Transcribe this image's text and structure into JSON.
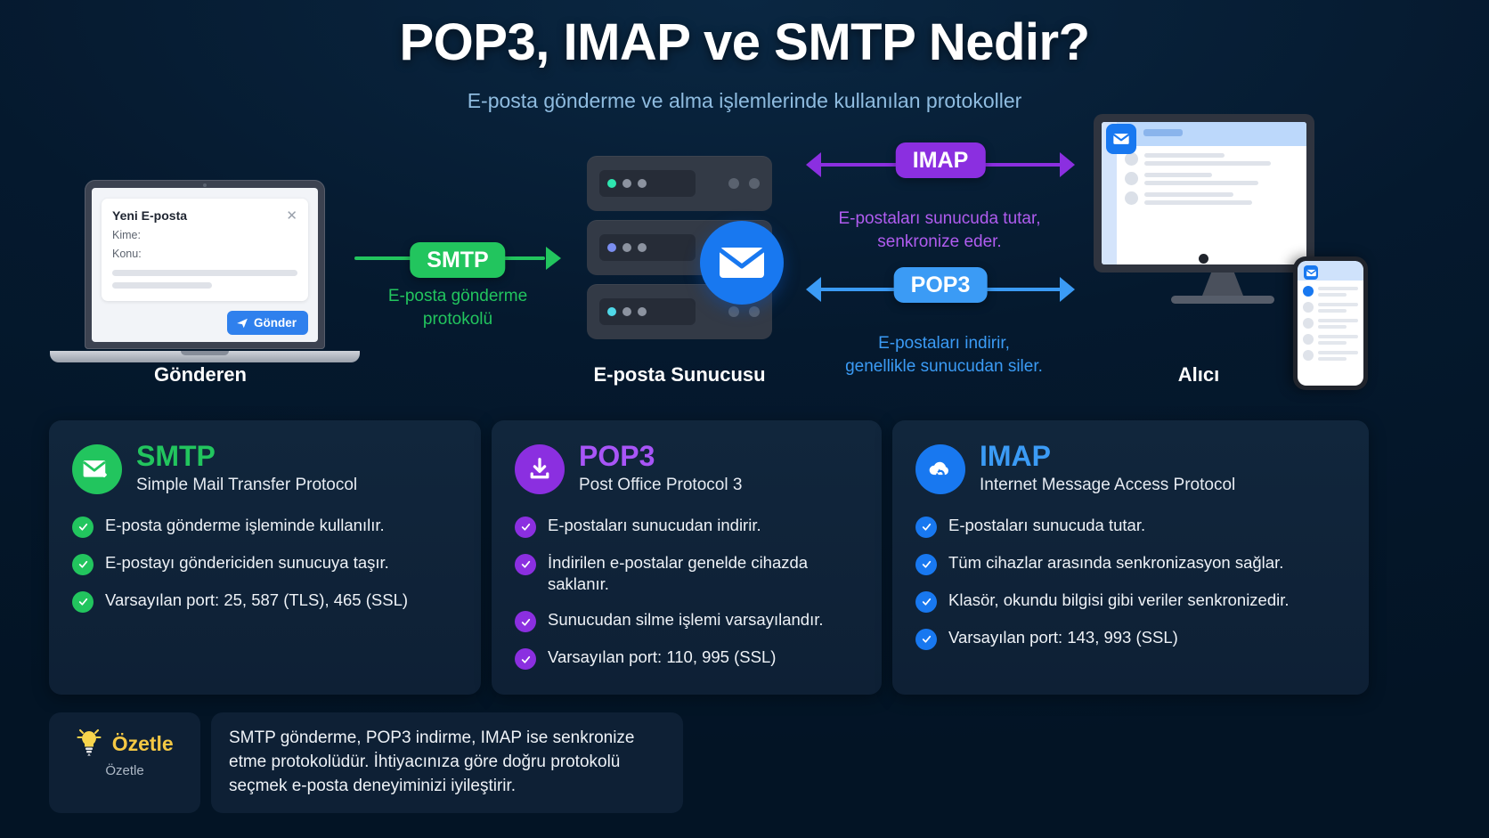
{
  "header": {
    "title": "POP3, IMAP ve SMTP Nedir?",
    "subtitle": "E-posta gönderme ve alma işlemlerinde kullanılan protokoller"
  },
  "colors": {
    "background": "#04192f",
    "smtp_green": "#22c55e",
    "pop3_purple": "#8b2fe0",
    "imap_blue": "#3b9bf5",
    "card_bg": "#0e2035",
    "envelope_blue": "#1878f0",
    "summary_yellow": "#f4c844"
  },
  "flow": {
    "sender": {
      "label": "Gönderen",
      "compose": {
        "title": "Yeni E-posta",
        "close_icon": "close-icon",
        "to_label": "Kime:",
        "subject_label": "Konu:",
        "send_button": "Gönder",
        "send_icon": "paper-plane-icon"
      }
    },
    "server": {
      "label": "E-posta Sunucusu",
      "envelope_icon": "envelope-icon"
    },
    "receiver": {
      "label": "Alıcı"
    },
    "smtp_arrow": {
      "badge": "SMTP",
      "caption_line1": "E-posta gönderme",
      "caption_line2": "protokolü",
      "color": "#22c55e",
      "direction": "right"
    },
    "imap_arrow": {
      "badge": "IMAP",
      "caption_line1": "E-postaları sunucuda tutar,",
      "caption_line2": "senkronize eder.",
      "color": "#8b2fe0",
      "direction": "both"
    },
    "pop3_arrow": {
      "badge": "POP3",
      "caption_line1": "E-postaları indirir,",
      "caption_line2": "genellikle sunucudan siler.",
      "color": "#3b9bf5",
      "direction": "both"
    }
  },
  "cards": [
    {
      "name": "SMTP",
      "full_name": "Simple Mail Transfer Protocol",
      "color": "#22c55e",
      "icon": "envelope-send-icon",
      "bullets": [
        "E-posta gönderme işleminde kullanılır.",
        "E-postayı göndericiden sunucuya taşır.",
        "Varsayılan port: 25, 587 (TLS), 465 (SSL)"
      ]
    },
    {
      "name": "POP3",
      "full_name": "Post Office Protocol 3",
      "color": "#8b2fe0",
      "icon": "download-icon",
      "bullets": [
        "E-postaları sunucudan indirir.",
        "İndirilen e-postalar genelde cihazda saklanır.",
        "Sunucudan silme işlemi varsayılandır.",
        "Varsayılan port: 110, 995 (SSL)"
      ]
    },
    {
      "name": "IMAP",
      "full_name": "Internet Message Access Protocol",
      "color": "#3b9bf5",
      "icon": "cloud-sync-icon",
      "bullets": [
        "E-postaları sunucuda tutar.",
        "Tüm cihazlar arasında senkronizasyon sağlar.",
        "Klasör, okundu bilgisi gibi veriler senkronizedir.",
        "Varsayılan port: 143, 993 (SSL)"
      ]
    }
  ],
  "summary": {
    "icon": "lightbulb-icon",
    "title": "Özetle",
    "subtitle": "Özetle",
    "text": "SMTP gönderme, POP3 indirme, IMAP ise senkronize etme protokolüdür. İhtiyacınıza göre doğru protokolü seçmek e-posta deneyiminizi iyileştirir."
  }
}
